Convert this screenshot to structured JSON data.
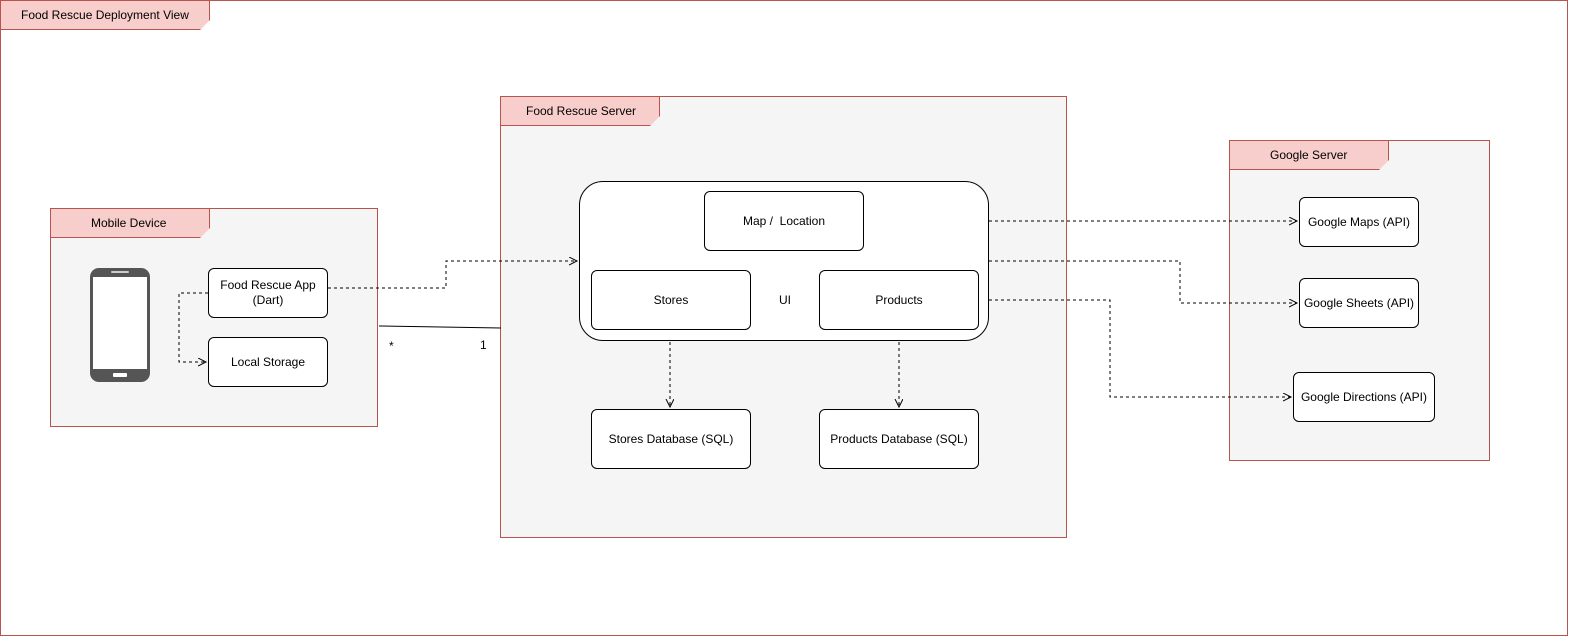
{
  "diagram": {
    "title": "Food Rescue Deployment View",
    "mobile": {
      "title": "Mobile Device",
      "app": "Food Rescue App\n(Dart)",
      "storage": "Local Storage",
      "icon": "smartphone-icon"
    },
    "server": {
      "title": "Food Rescue Server",
      "ui_label": "UI",
      "map": "Map /  Location",
      "stores": "Stores",
      "products": "Products",
      "stores_db": "Stores Database (SQL)",
      "products_db": "Products Database (SQL)"
    },
    "google": {
      "title": "Google Server",
      "maps": "Google Maps (API)",
      "sheets": "Google Sheets (API)",
      "directions": "Google Directions (API)"
    },
    "association": {
      "source_multiplicity": "*",
      "target_multiplicity": "1"
    },
    "colors": {
      "package_border": "#b85450",
      "package_tab": "#f8cecc",
      "package_fill": "#f5f5f5"
    }
  }
}
